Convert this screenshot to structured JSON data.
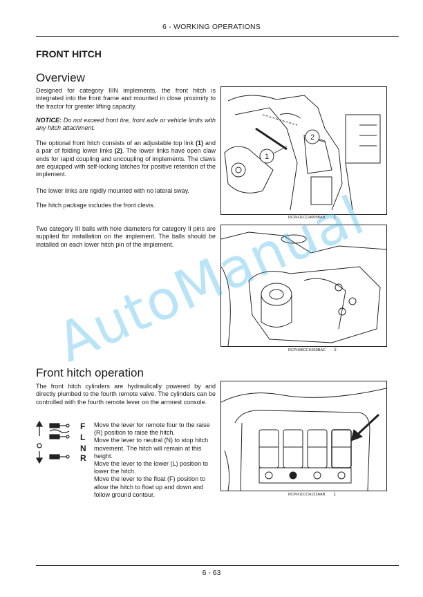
{
  "header": {
    "section": "6 - WORKING OPERATIONS"
  },
  "footer": {
    "page": "6 - 63"
  },
  "title": "FRONT HITCH",
  "overview": {
    "heading": "Overview",
    "p1": "Designed for category IIIN implements, the front hitch is integrated into the front frame and mounted in close proximity to the tractor for greater lifting capacity.",
    "notice_label": "NOTICE:",
    "notice_text": " Do not exceed front tire, front axle or vehicle limits with any hitch attachment.",
    "p3_a": "The optional front hitch consists of an adjustable top link ",
    "p3_b": "(1)",
    "p3_c": " and a pair of folding lower links ",
    "p3_d": "(2)",
    "p3_e": ". The lower links have open claw ends for rapid coupling and uncoupling of implements. The claws are equipped with self-locking latches for positive retention of the implement.",
    "p4": "The lower links are rigidly mounted with no lateral sway.",
    "p5": "The hitch package includes the front clevis.",
    "p6": "Two category III balls with hole diameters for category II pins are supplied for installation on the implement. The balls should be installed on each lower hitch pin of the implement."
  },
  "figures": [
    {
      "code": "RCPH11CCH005BAB",
      "number": "1",
      "callouts": [
        "1",
        "2"
      ]
    },
    {
      "code": "RCPH08CCH360BAC",
      "number": "2"
    },
    {
      "code": "RCPH11CCH132AAB",
      "number": "1"
    }
  ],
  "operation": {
    "heading": "Front hitch operation",
    "p1": "The front hitch cylinders are hydraulically powered by and directly plumbed to the fourth remote valve. The cylinders can be controlled with the fourth remote lever on the armrest console.",
    "symbol_letters": [
      "F",
      "L",
      "N",
      "R"
    ],
    "steps": [
      "Move the lever for remote four to the raise (R) position to raise the hitch.",
      "Move the lever to neutral (N) to stop hitch movement. The hitch will remain at this height.",
      "Move the lever to the lower (L) position to lower the hitch.",
      "Move the lever to the float (F) position to allow the hitch to float up and down and follow ground contour."
    ]
  },
  "watermark": "AutoManual"
}
